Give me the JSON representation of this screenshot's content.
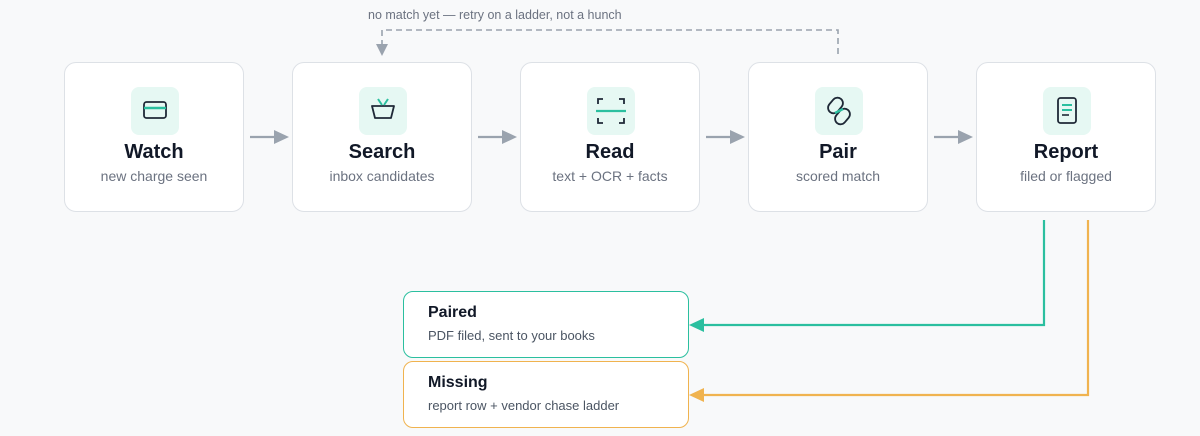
{
  "loop_note": "no match yet — retry on a ladder, not a hunch",
  "steps": [
    {
      "title": "Watch",
      "subtitle": "new charge seen",
      "icon": "card-icon"
    },
    {
      "title": "Search",
      "subtitle": "inbox candidates",
      "icon": "basket-icon"
    },
    {
      "title": "Read",
      "subtitle": "text + OCR + facts",
      "icon": "scan-icon"
    },
    {
      "title": "Pair",
      "subtitle": "scored match",
      "icon": "link-icon"
    },
    {
      "title": "Report",
      "subtitle": "filed or flagged",
      "icon": "document-icon"
    }
  ],
  "outcomes": {
    "paired": {
      "title": "Paired",
      "subtitle": "PDF filed, sent to your books",
      "color": "#2bbf9f"
    },
    "missing": {
      "title": "Missing",
      "subtitle": "report row + vendor chase ladder",
      "color": "#f0b34f"
    }
  },
  "colors": {
    "accent": "#2bbf9f",
    "accent_bg": "#e6f8f3",
    "warning": "#f0b34f",
    "arrow": "#9aa3ae",
    "icon_stroke": "#1f2937"
  }
}
